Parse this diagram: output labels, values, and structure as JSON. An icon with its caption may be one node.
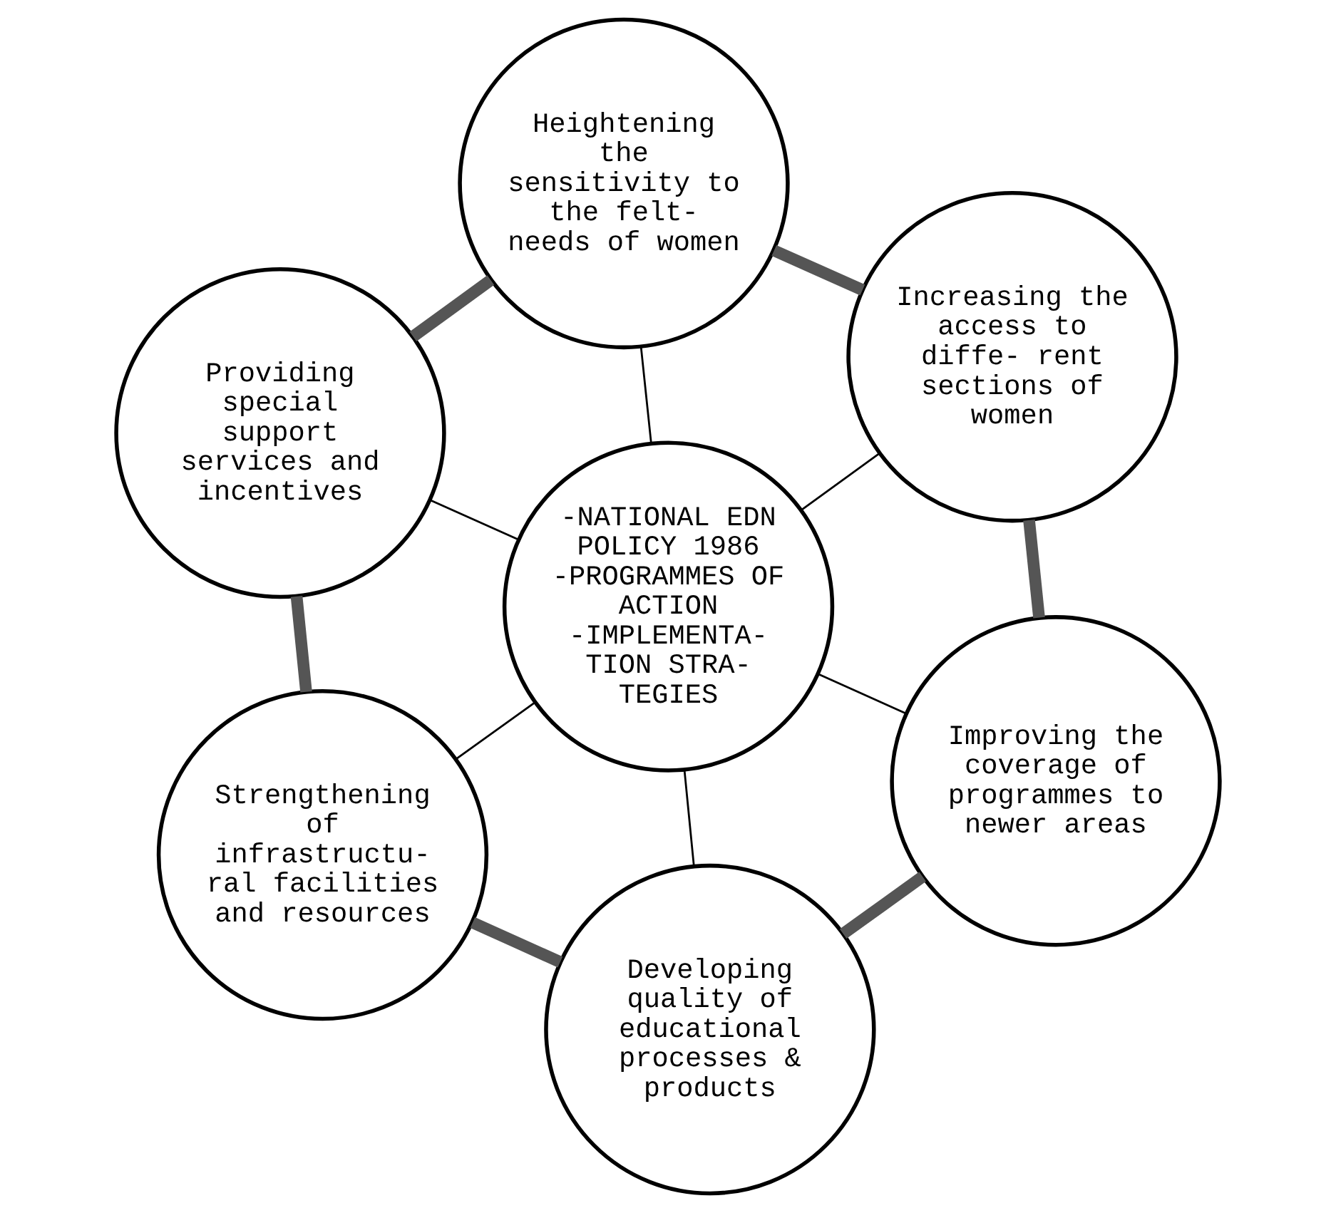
{
  "diagram": {
    "nodes": [
      {
        "text": [
          "Heightening the sensitivity to the felt- needs of women"
        ]
      },
      {
        "text": [
          "Increasing the access to diffe- rent sections of women"
        ]
      },
      {
        "text": [
          "Providing special support services and incentives"
        ]
      },
      {
        "text": [
          "-NATIONAL EDN POLICY 1986",
          "-PROGRAMMES OF ACTION",
          "-IMPLEMENTA- TION STRA- TEGIES"
        ]
      },
      {
        "text": [
          "Improving the coverage of programmes to newer areas"
        ]
      },
      {
        "text": [
          "Strengthening of infrastructu- ral facilities and resources"
        ]
      },
      {
        "text": [
          "Developing quality of educational processes & products"
        ]
      }
    ],
    "edges": [
      {
        "from": 0,
        "to": 1,
        "arrow": "none",
        "style": "thick"
      },
      {
        "from": 1,
        "to": 4,
        "arrow": "none",
        "style": "thick"
      },
      {
        "from": 4,
        "to": 6,
        "arrow": "none",
        "style": "thick"
      },
      {
        "from": 6,
        "to": 5,
        "arrow": "none",
        "style": "thick"
      },
      {
        "from": 5,
        "to": 2,
        "arrow": "none",
        "style": "thick"
      },
      {
        "from": 2,
        "to": 0,
        "arrow": "none",
        "style": "thick"
      },
      {
        "from": 3,
        "to": 0,
        "arrow": "none"
      },
      {
        "from": 3,
        "to": 1,
        "arrow": "none"
      },
      {
        "from": 3,
        "to": 4,
        "arrow": "none"
      },
      {
        "from": 3,
        "to": 6,
        "arrow": "none"
      },
      {
        "from": 3,
        "to": 5,
        "arrow": "none"
      },
      {
        "from": 3,
        "to": 2,
        "arrow": "none"
      }
    ]
  }
}
